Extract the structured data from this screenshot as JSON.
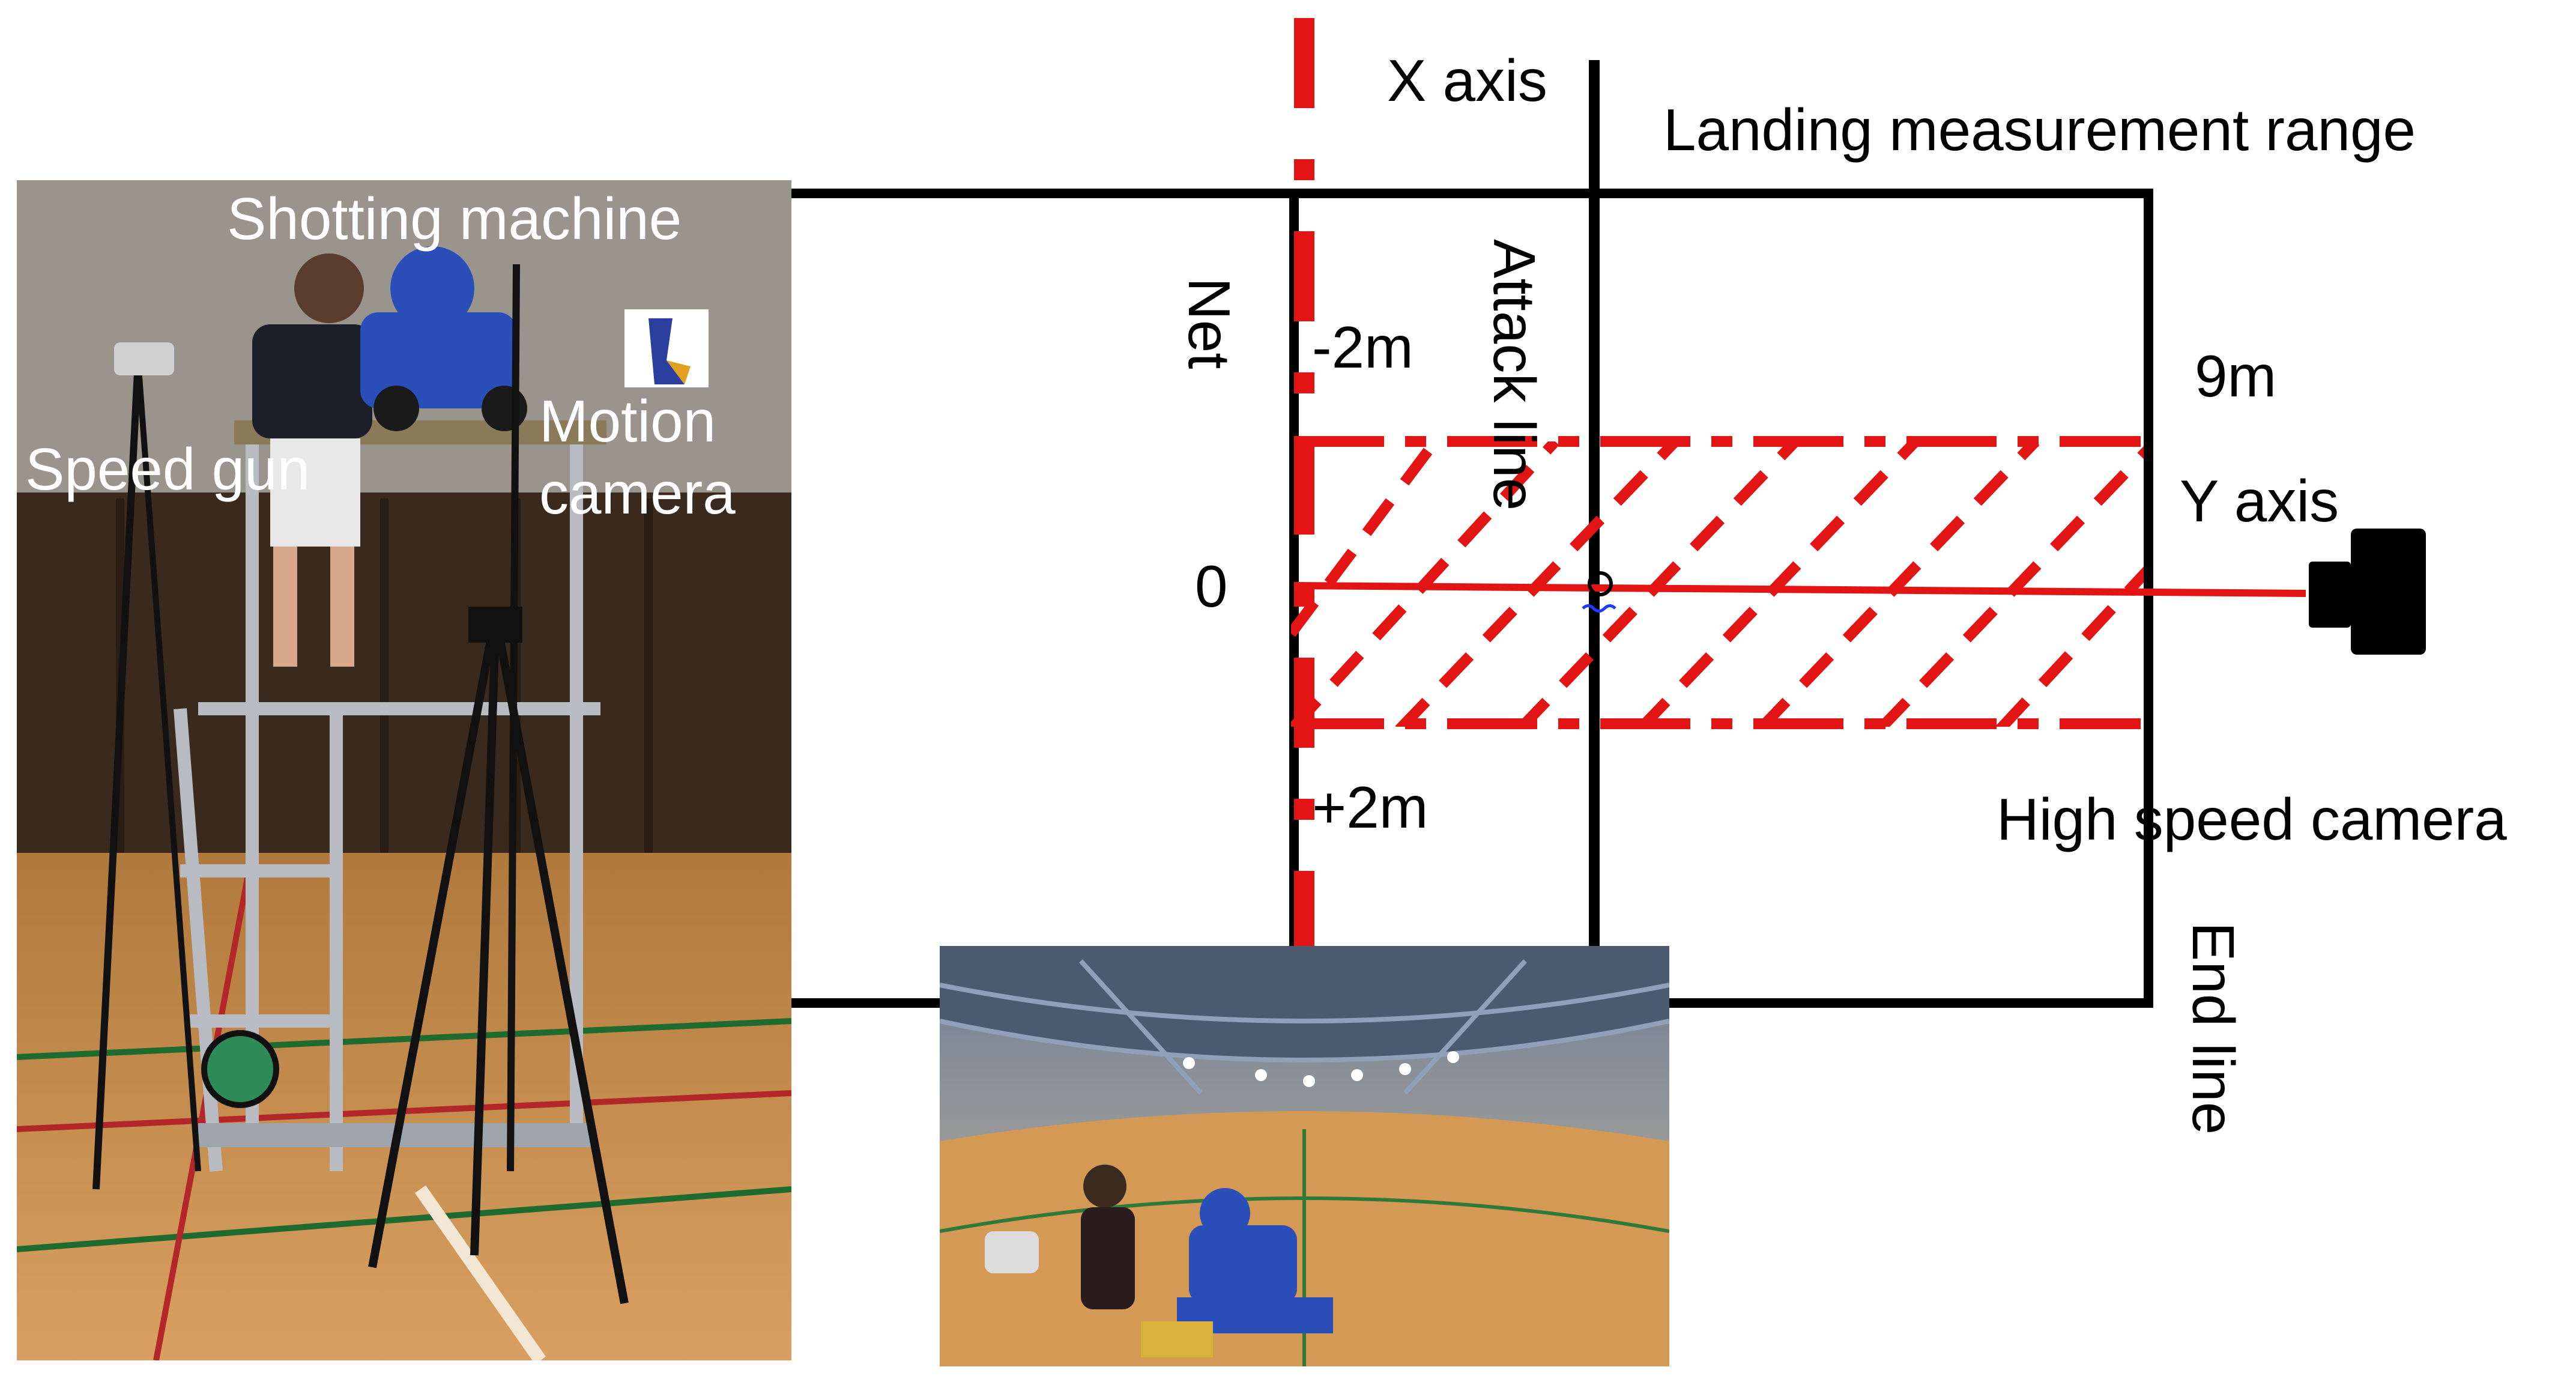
{
  "photo_labels": {
    "shooting_machine": "Shotting machine",
    "speed_gun": "Speed gun",
    "motion_camera_line1": "Motion",
    "motion_camera_line2": "camera"
  },
  "diagram_labels": {
    "x_axis": "X axis",
    "landing_range": "Landing measurement range",
    "net": "Net",
    "attack_line": "Attack line",
    "minus_2m": "-2m",
    "zero": "0",
    "plus_2m": "+2m",
    "width_9m": "9m",
    "y_axis": "Y axis",
    "high_speed_camera": "High speed camera",
    "end_line": "End line"
  },
  "colors": {
    "court_line": "#000000",
    "measurement_red": "#e31414",
    "floor_wood": "#c8893f",
    "curtain": "#3a2a1e",
    "machine_blue": "#2a4fb8"
  }
}
